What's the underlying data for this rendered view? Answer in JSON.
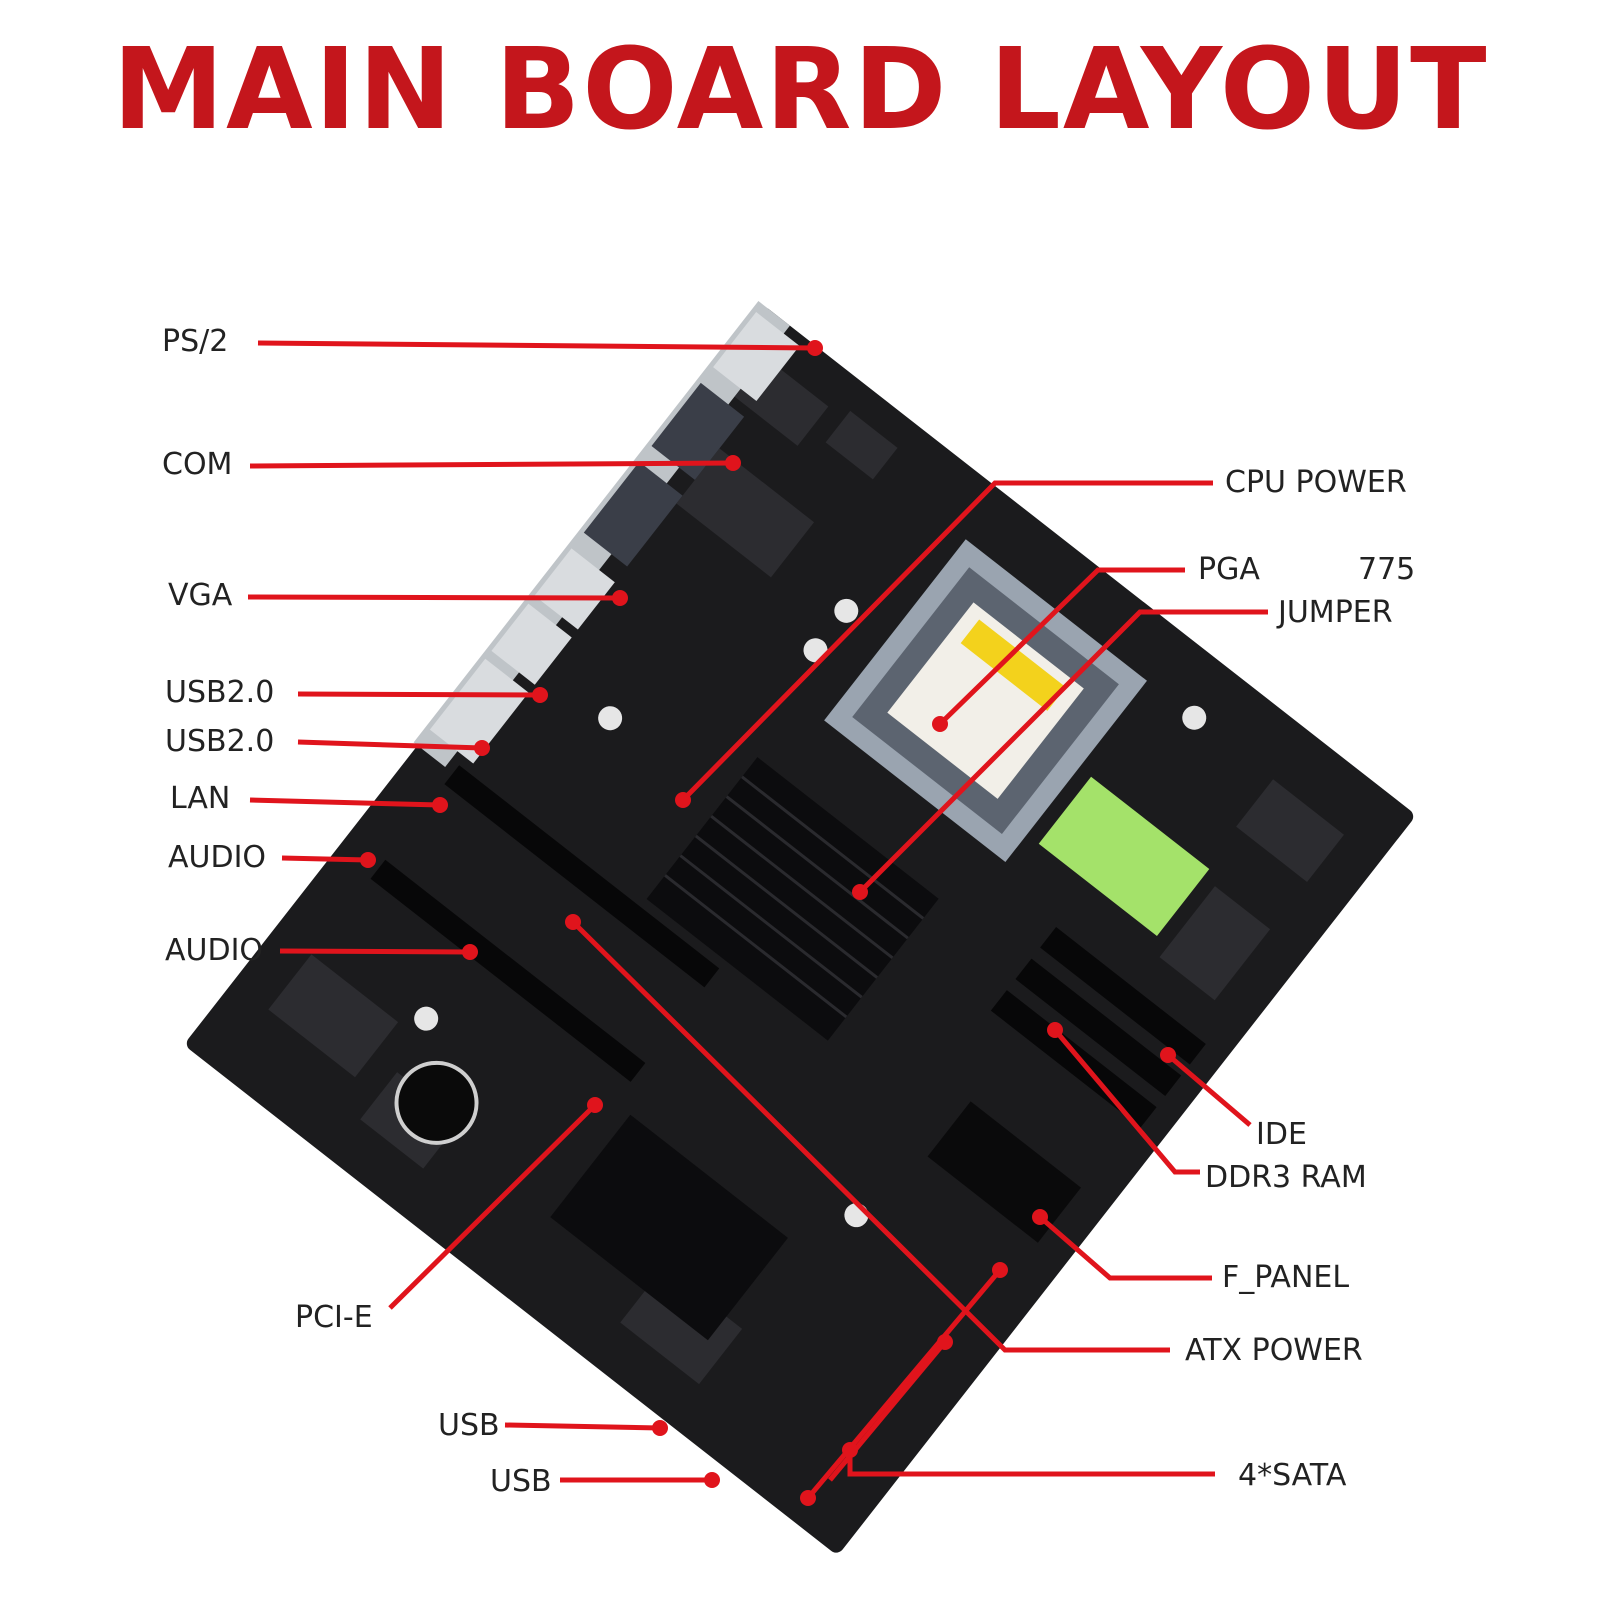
{
  "title": "MAIN BOARD LAYOUT",
  "colors": {
    "accent": "#c4161c",
    "board": "#1b1b1d",
    "text": "#222222",
    "highlight": "#a4e26a"
  },
  "labels": {
    "ps2": "PS/2",
    "com": "COM",
    "vga": "VGA",
    "usb20_a": "USB2.0",
    "usb20_b": "USB2.0",
    "lan": "LAN",
    "audio_a": "AUDIO",
    "audio_b": "AUDIO",
    "pcie": "PCI-E",
    "usb_a": "USB",
    "usb_b": "USB",
    "cpu_power": "CPU POWER",
    "pga": "PGA",
    "pga_num": "775",
    "jumper": "JUMPER",
    "ide": "IDE",
    "ddr3": "DDR3 RAM",
    "fpanel": "F_PANEL",
    "atx_power": "ATX POWER",
    "sata": "4*SATA"
  }
}
